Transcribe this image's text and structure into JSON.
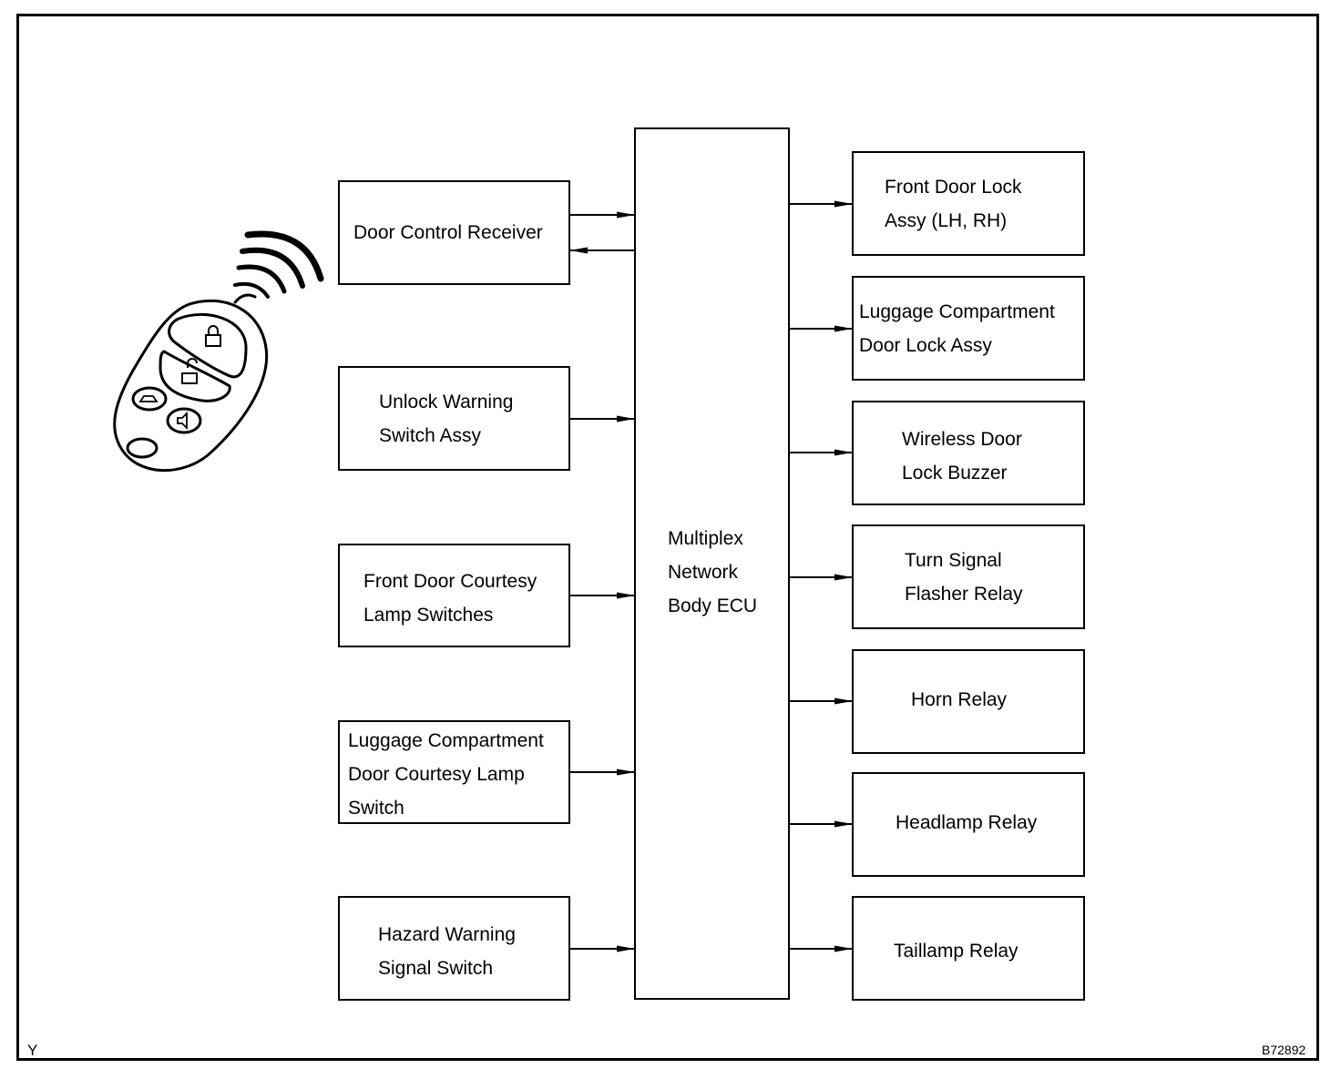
{
  "ecu": {
    "label": "Multiplex\nNetwork\nBody ECU"
  },
  "inputs": [
    {
      "label": "Door Control Receiver"
    },
    {
      "label": "Unlock Warning\nSwitch Assy"
    },
    {
      "label": "Front Door Courtesy\nLamp Switches"
    },
    {
      "label": "Luggage Compartment\nDoor Courtesy Lamp\nSwitch"
    },
    {
      "label": "Hazard Warning\nSignal Switch"
    }
  ],
  "outputs": [
    {
      "label": "Front Door Lock\nAssy (LH, RH)"
    },
    {
      "label": "Luggage Compartment\nDoor Lock Assy"
    },
    {
      "label": "Wireless Door\nLock Buzzer"
    },
    {
      "label": "Turn Signal\nFlasher Relay"
    },
    {
      "label": "Horn Relay"
    },
    {
      "label": "Headlamp Relay"
    },
    {
      "label": "Taillamp Relay"
    }
  ],
  "remote": {
    "icon": "key-fob-transmitter-icon",
    "signal_icon": "radio-waves-icon"
  },
  "corner": {
    "left": "Y",
    "right": "B72892"
  }
}
